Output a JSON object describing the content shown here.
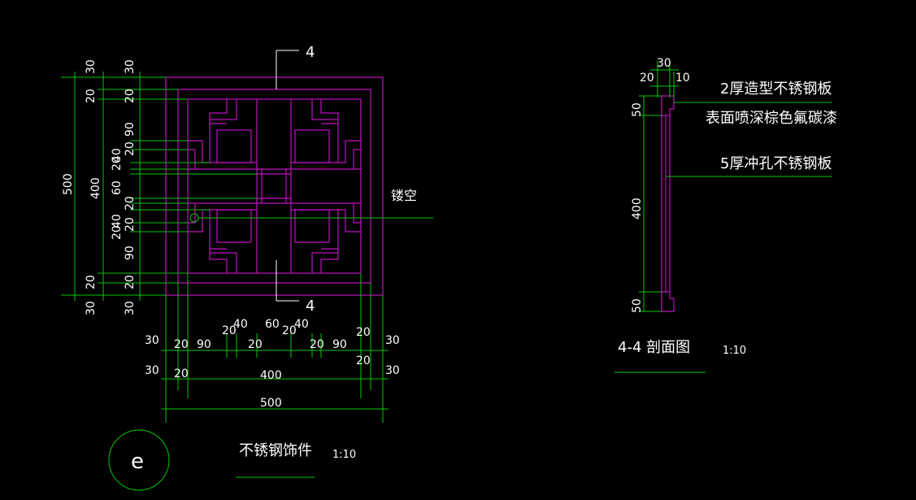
{
  "front_view": {
    "marker_top": "4",
    "marker_bottom": "4",
    "hollow_label": "镂空",
    "left_dims": {
      "outer": "500",
      "inner": "400",
      "col1_top": "30",
      "col1_bottom": "30",
      "col2_top": "30",
      "col2_bottom": "30",
      "seg_top": [
        "20",
        "20"
      ],
      "seg_mid": [
        "90",
        "20",
        "60",
        "20",
        "40",
        "40",
        "20",
        "20"
      ],
      "seg_bottom": [
        "90",
        "20",
        "20",
        "20"
      ]
    },
    "bottom_dims": {
      "row1": [
        "20",
        "90",
        "20",
        "40",
        "60",
        "20",
        "40",
        "20",
        "90",
        "20"
      ],
      "row1_extra": "20",
      "left_30a": "30",
      "left_30b": "30",
      "right_30a": "30",
      "right_30b": "30",
      "row2_left": "20",
      "row2_mid": "400",
      "row2_right": "20",
      "overall": "500"
    },
    "title": "不锈钢饰件",
    "scale": "1:10",
    "circle_label": "e"
  },
  "section_view": {
    "top_dims": [
      "20",
      "30",
      "10"
    ],
    "side_dims": [
      "50",
      "400",
      "50"
    ],
    "note1_line1": "2厚造型不锈钢板",
    "note1_line2": "表面喷深棕色氟碳漆",
    "note2": "5厚冲孔不锈钢板",
    "title": "4-4 剖面图",
    "scale": "1:10"
  }
}
